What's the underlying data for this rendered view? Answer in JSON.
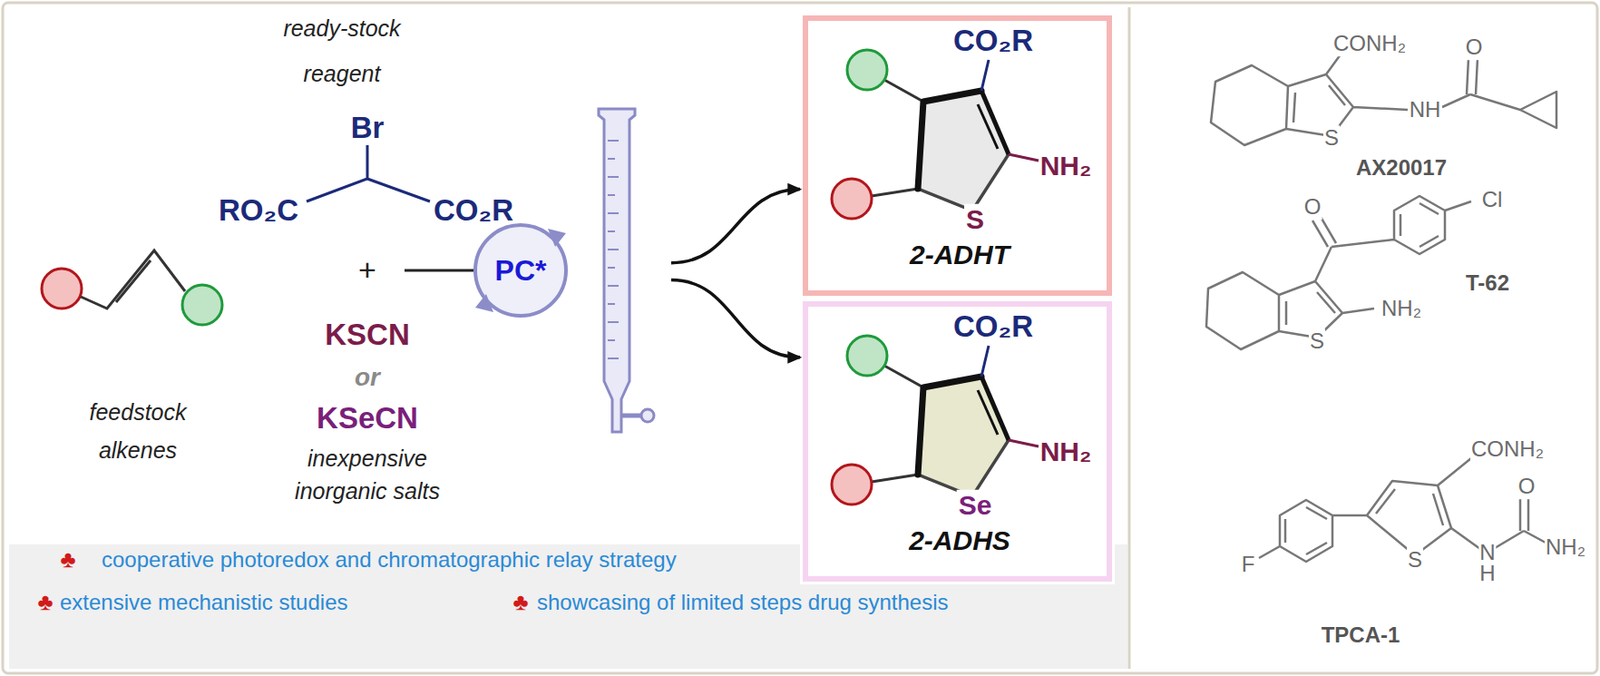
{
  "diagram": {
    "nodes": [
      {
        "text": [
          "PC*"
        ]
      },
      {
        "text": [
          "CO₂R",
          "NH₂",
          "S",
          "2-ADHT"
        ]
      },
      {
        "text": [
          "CO₂R",
          "NH₂",
          "Se",
          "2-ADHS"
        ]
      },
      {
        "text": [
          "cooperative photoredox and chromatographic relay strategy",
          "extensive mechanistic studies",
          "showcasing of limited steps drug synthesis"
        ]
      }
    ],
    "edges": [
      {
        "from": 0,
        "to": 1,
        "arrow": "to"
      },
      {
        "from": 0,
        "to": 2,
        "arrow": "to"
      }
    ],
    "labels": [
      "ready-stock reagent",
      "Br",
      "RO₂C",
      "CO₂R",
      "+",
      "KSCN",
      "or",
      "KSeCN",
      "inexpensive inorganic salts",
      "feedstock alkenes",
      "♣",
      "♣",
      "♣",
      "CONH₂",
      "NH",
      "O",
      "S",
      "AX20017",
      "O",
      "Cl",
      "NH₂",
      "S",
      "T-62",
      "CONH₂",
      "O",
      "F",
      "N",
      "H",
      "NH₂",
      "S",
      "TPCA-1"
    ]
  }
}
